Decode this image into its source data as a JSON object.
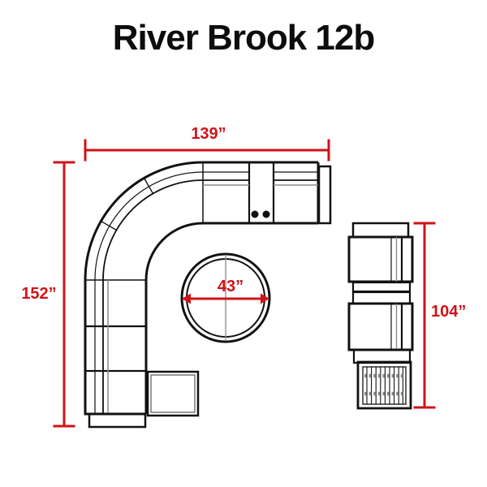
{
  "page": {
    "title": "River Brook 12b"
  },
  "dimensions": {
    "sectional_width": "139”",
    "sectional_depth": "152”",
    "table_diameter": "43”",
    "loveseat_length": "104”"
  },
  "colors": {
    "dimension_red": "#cf1318",
    "outline_black": "#111111",
    "detail_gray": "#8a8a8a",
    "background": "#ffffff"
  }
}
